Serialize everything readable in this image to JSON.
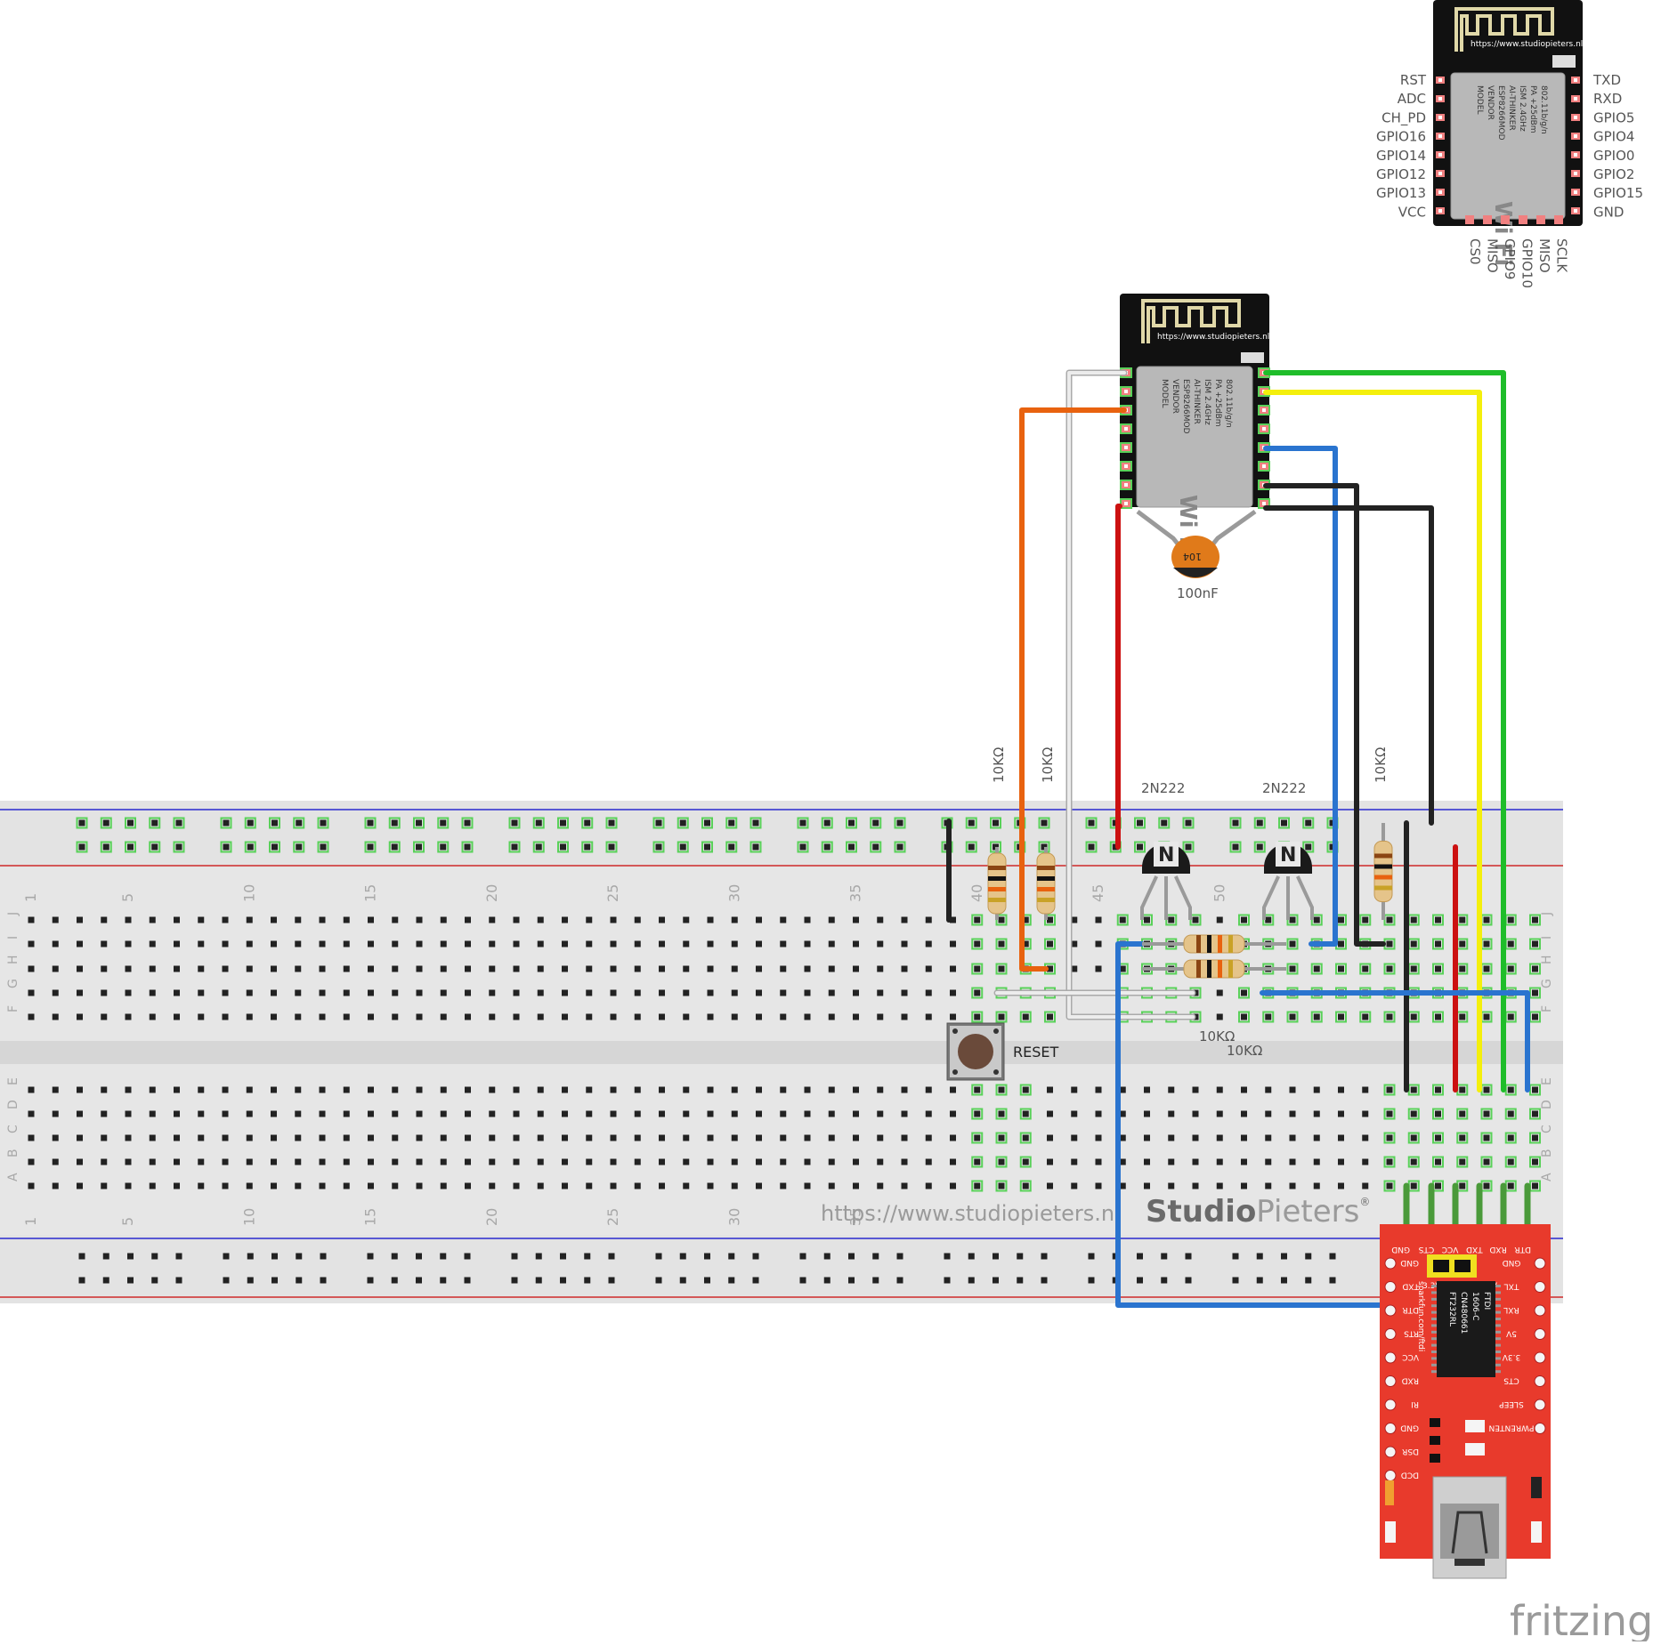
{
  "top_module": {
    "url": "https://www.studiopieters.nl",
    "shield_text": [
      "MODEL",
      "VENDOR",
      "ESP8266MOD",
      "AI-THINKER",
      "ISM 2.4GHz",
      "PA +25dBm",
      "802.11b/g/n"
    ],
    "left_pins": [
      "RST",
      "ADC",
      "CH_PD",
      "GPIO16",
      "GPIO14",
      "GPIO12",
      "GPIO13",
      "VCC"
    ],
    "right_pins": [
      "TXD",
      "RXD",
      "GPIO5",
      "GPIO4",
      "GPIO0",
      "GPIO2",
      "GPIO15",
      "GND"
    ],
    "bottom_pins": [
      "CS0",
      "MISO",
      "GPIO9",
      "GPIO10",
      "MISO",
      "SCLK"
    ]
  },
  "main_module": {
    "url": "https://www.studiopieters.nl"
  },
  "capacitor": {
    "code": "104",
    "label": "100nF"
  },
  "resistor_labels": [
    "10KΩ",
    "10KΩ",
    "10KΩ",
    "10KΩ",
    "10KΩ"
  ],
  "transistor_labels": [
    "2N222",
    "2N222"
  ],
  "button_label": "RESET",
  "breadboard": {
    "url": "https://www.studiopieters.nl",
    "brand_bold": "Studio",
    "brand_light": "Pieters",
    "brand_mark": "®",
    "col_numbers": [
      "1",
      "5",
      "10",
      "15",
      "20",
      "25",
      "30",
      "35",
      "40",
      "45",
      "50"
    ],
    "letters_top": [
      "J",
      "I",
      "H",
      "G",
      "F"
    ],
    "letters_bottom": [
      "E",
      "D",
      "C",
      "B",
      "A"
    ]
  },
  "ftdi": {
    "top_pins": [
      "GND",
      "CTS",
      "VCC",
      "TXD",
      "RXD",
      "DTR"
    ],
    "left_pins": [
      "GND",
      "TXD",
      "DTR",
      "RTS",
      "VCC",
      "RXD",
      "RI",
      "GND",
      "DSR",
      "DCD"
    ],
    "right_pins": [
      "GND",
      "TXL",
      "RXL",
      "5V",
      "3.3V",
      "CTS",
      "SLEEP",
      "PWRENTEN"
    ],
    "jumper": [
      "3.3V",
      "5V"
    ],
    "chip": [
      "FTDI",
      "1606-C",
      "CN480661",
      "FT232RL"
    ],
    "side_text": "sparkfun.com/ftdi"
  },
  "brand": "fritzing",
  "colors": {
    "orange": "#e8620f",
    "white_wire": "#e4e4e4",
    "red": "#cc1111",
    "blue": "#2a74cf",
    "black": "#222222",
    "green": "#1fbd2a",
    "yellow": "#f4ef0c",
    "breadboard": "#e8e8e8",
    "ftdi_red": "#e83a2c"
  }
}
